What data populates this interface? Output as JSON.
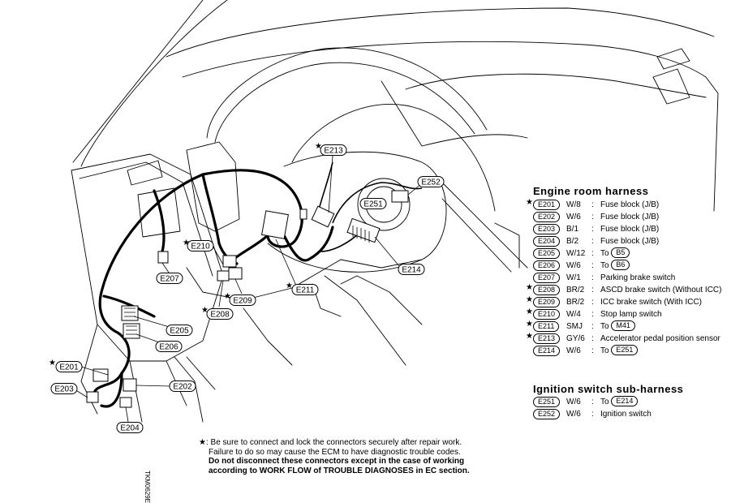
{
  "engine_room_title": "Engine room harness",
  "ignition_title": "Ignition switch sub-harness",
  "star_symbol": "★",
  "engine_room_rows": [
    {
      "star": true,
      "code": "E201",
      "wire": "W/8",
      "desc": "Fuse block (J/B)",
      "ref": ""
    },
    {
      "star": false,
      "code": "E202",
      "wire": "W/6",
      "desc": "Fuse block (J/B)",
      "ref": ""
    },
    {
      "star": false,
      "code": "E203",
      "wire": "B/1",
      "desc": "Fuse block (J/B)",
      "ref": ""
    },
    {
      "star": false,
      "code": "E204",
      "wire": "B/2",
      "desc": "Fuse block (J/B)",
      "ref": ""
    },
    {
      "star": false,
      "code": "E205",
      "wire": "W/12",
      "desc": "To",
      "ref": "B5"
    },
    {
      "star": false,
      "code": "E206",
      "wire": "W/6",
      "desc": "To",
      "ref": "B6"
    },
    {
      "star": false,
      "code": "E207",
      "wire": "W/1",
      "desc": "Parking brake switch",
      "ref": ""
    },
    {
      "star": true,
      "code": "E208",
      "wire": "BR/2",
      "desc": "ASCD brake switch (Without ICC)",
      "ref": ""
    },
    {
      "star": true,
      "code": "E209",
      "wire": "BR/2",
      "desc": "ICC brake switch (With ICC)",
      "ref": ""
    },
    {
      "star": true,
      "code": "E210",
      "wire": "W/4",
      "desc": "Stop lamp switch",
      "ref": ""
    },
    {
      "star": true,
      "code": "E211",
      "wire": "SMJ",
      "desc": "To",
      "ref": "M41"
    },
    {
      "star": true,
      "code": "E213",
      "wire": "GY/6",
      "desc": "Accelerator pedal position sensor",
      "ref": ""
    },
    {
      "star": false,
      "code": "E214",
      "wire": "W/6",
      "desc": "To",
      "ref": "E251"
    }
  ],
  "ignition_rows": [
    {
      "star": false,
      "code": "E251",
      "wire": "W/6",
      "desc": "To",
      "ref": "E214"
    },
    {
      "star": false,
      "code": "E252",
      "wire": "W/6",
      "desc": "Ignition switch",
      "ref": ""
    }
  ],
  "colon": ":",
  "diagram_labels": {
    "e201": "E201",
    "e202": "E202",
    "e203": "E203",
    "e204": "E204",
    "e205": "E205",
    "e206": "E206",
    "e207": "E207",
    "e208": "E208",
    "e209": "E209",
    "e210": "E210",
    "e211": "E211",
    "e213": "E213",
    "e214": "E214",
    "e251": "E251",
    "e252": "E252"
  },
  "note": {
    "line1": ": Be sure to connect and lock the connectors securely after repair work.",
    "line2": "Failure to do so may cause the ECM to have diagnostic trouble codes.",
    "line3": "Do not disconnect these connectors except in the case of working",
    "line4": "according to WORK FLOW of TROUBLE DIAGNOSES in EC section."
  },
  "figure_code": "TKM0629E"
}
